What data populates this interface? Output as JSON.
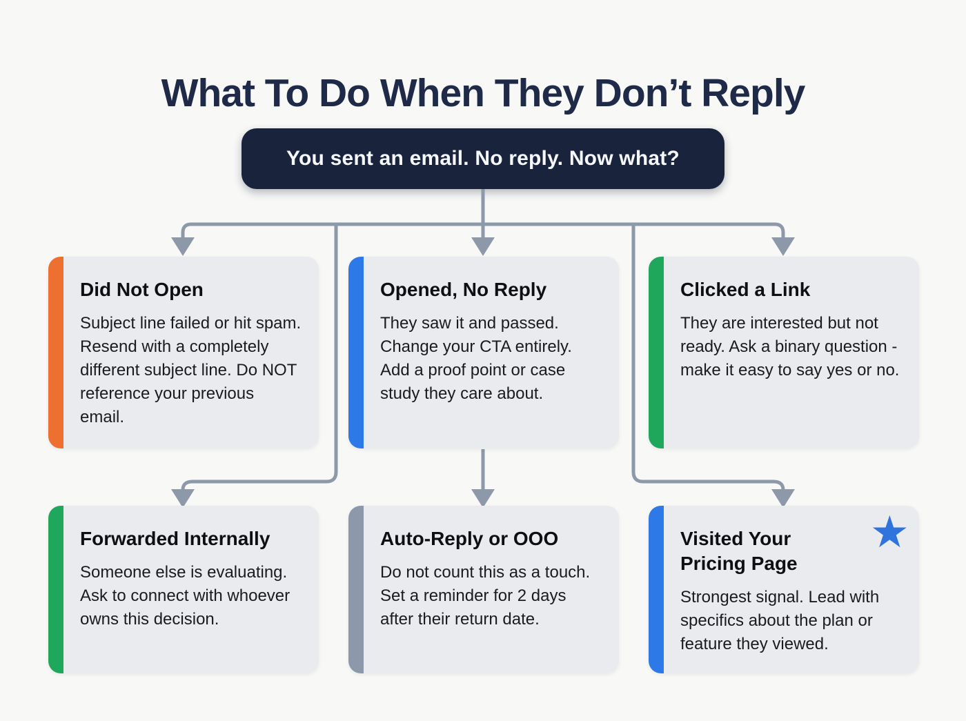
{
  "title": "What To Do When They Don’t Reply",
  "root_node": {
    "label": "You sent an email. No reply. Now what?"
  },
  "cards": [
    {
      "title": "Did Not Open",
      "body": "Subject line failed or hit spam. Resend with a completely different subject line. Do NOT reference your previous email.",
      "accent": "#ee7030"
    },
    {
      "title": "Opened, No Reply",
      "body": "They saw it and passed. Change your CTA entirely. Add a proof point or case study they care about.",
      "accent": "#2e79e8"
    },
    {
      "title": "Clicked a Link",
      "body": "They are interested but not ready. Ask a binary question - make it easy to say yes or no.",
      "accent": "#1fa85c"
    },
    {
      "title": "Forwarded Internally",
      "body": "Someone else is evaluating. Ask to connect with whoever owns this decision.",
      "accent": "#1fa85c"
    },
    {
      "title": "Auto-Reply or OOO",
      "body": "Do not count this as a touch. Set a reminder for 2 days after their return date.",
      "accent": "#8d99aa"
    },
    {
      "title": "Visited Your Pricing Page",
      "body": "Strongest signal. Lead with specifics about the plan or feature they viewed.",
      "accent": "#2e79e8"
    }
  ],
  "icons": {
    "star": "★"
  },
  "colors": {
    "background": "#f8f8f6",
    "title_navy": "#1e2a47",
    "pill_navy": "#19233c",
    "card_gray": "#e9ebef",
    "connector_gray": "#8d98a8",
    "star_blue": "#2e74dc"
  }
}
